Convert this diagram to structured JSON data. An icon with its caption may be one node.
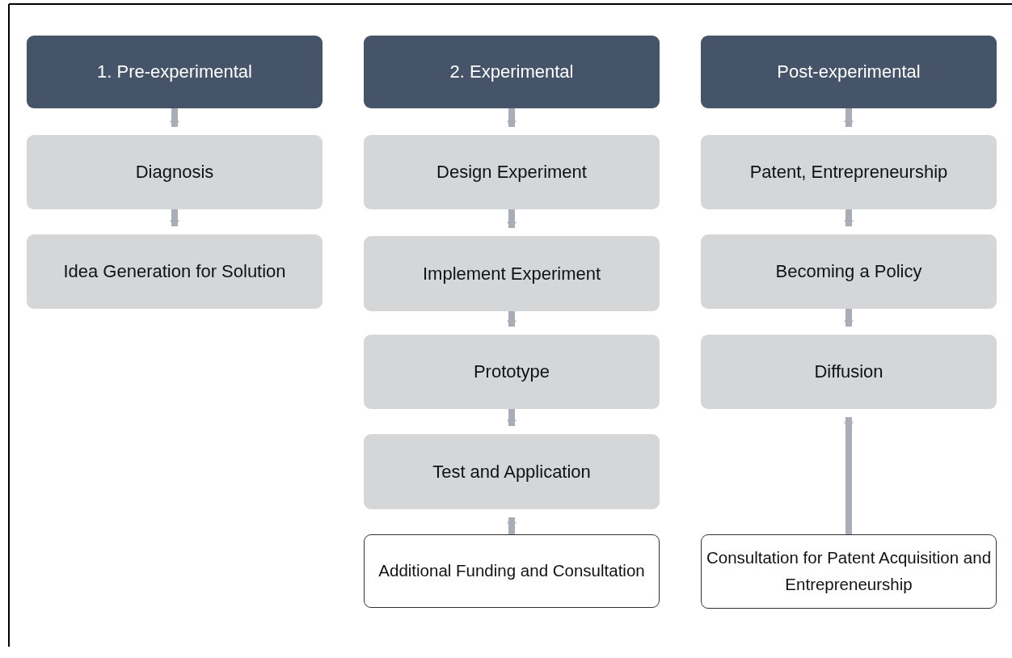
{
  "diagram": {
    "nodes": [
      {
        "text": [
          "1. Pre-experimental"
        ]
      },
      {
        "text": [
          "Diagnosis"
        ]
      },
      {
        "text": [
          "Idea Generation for Solution"
        ]
      },
      {
        "text": [
          "2. Experimental"
        ]
      },
      {
        "text": [
          "Design Experiment"
        ]
      },
      {
        "text": [
          "Implement Experiment"
        ]
      },
      {
        "text": [
          "Prototype"
        ]
      },
      {
        "text": [
          "Test and Application"
        ]
      },
      {
        "text": [
          "Additional Funding and Consultation"
        ]
      },
      {
        "text": [
          "Post-experimental"
        ]
      },
      {
        "text": [
          "Patent, Entrepreneurship"
        ]
      },
      {
        "text": [
          "Becoming a Policy"
        ]
      },
      {
        "text": [
          "Diffusion"
        ]
      },
      {
        "text": [
          "Consultation for Patent Acquisition and Entrepreneurship"
        ]
      }
    ],
    "edges": [
      {
        "from": 0,
        "to": 1,
        "arrow": "to"
      },
      {
        "from": 1,
        "to": 2,
        "arrow": "to"
      },
      {
        "from": 3,
        "to": 4,
        "arrow": "to"
      },
      {
        "from": 4,
        "to": 5,
        "arrow": "to"
      },
      {
        "from": 5,
        "to": 6,
        "arrow": "to"
      },
      {
        "from": 6,
        "to": 7,
        "arrow": "to"
      },
      {
        "from": 8,
        "to": 7,
        "arrow": "to"
      },
      {
        "from": 9,
        "to": 10,
        "arrow": "to"
      },
      {
        "from": 10,
        "to": 11,
        "arrow": "to"
      },
      {
        "from": 11,
        "to": 12,
        "arrow": "to"
      },
      {
        "from": 13,
        "to": 12,
        "arrow": "to"
      }
    ]
  }
}
